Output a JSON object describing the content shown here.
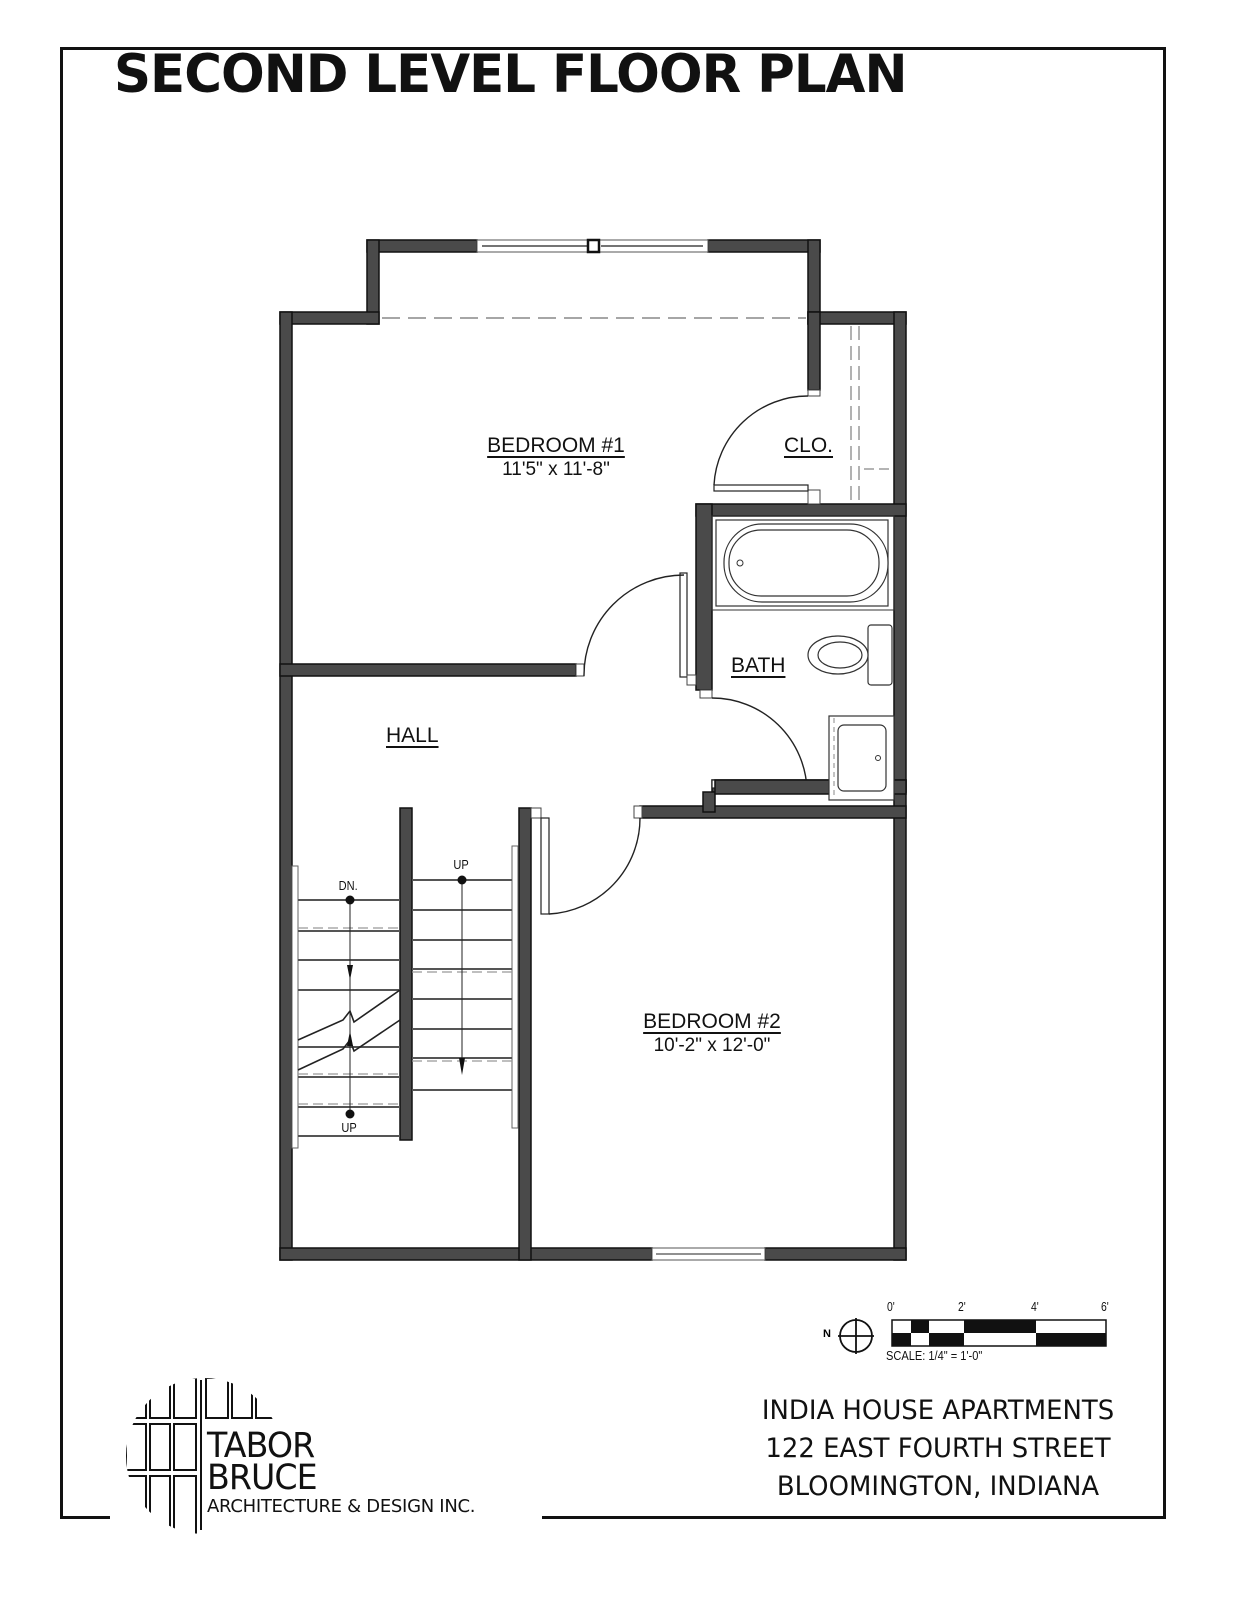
{
  "sheet": {
    "title": "SECOND LEVEL FLOOR PLAN"
  },
  "rooms": [
    {
      "id": "bedroom1",
      "name": "BEDROOM #1",
      "dimensions": "11'5\" x 11'-8\""
    },
    {
      "id": "bedroom2",
      "name": "BEDROOM #2",
      "dimensions": "10'-2\" x 12'-0\""
    },
    {
      "id": "closet",
      "name": "CLO."
    },
    {
      "id": "bath",
      "name": "BATH"
    },
    {
      "id": "hall",
      "name": "HALL"
    }
  ],
  "stairs": {
    "left_top_label": "DN.",
    "left_bottom_label": "UP",
    "right_top_label": "UP"
  },
  "scale_bar": {
    "ticks": [
      "0'",
      "2'",
      "4'",
      "6'"
    ],
    "note": "SCALE: 1/4\" = 1'-0\"",
    "north_label": "N"
  },
  "project": {
    "name": "INDIA HOUSE APARTMENTS",
    "address": "122 EAST FOURTH STREET",
    "city": "BLOOMINGTON, INDIANA"
  },
  "firm": {
    "line1": "TABOR",
    "line2": "BRUCE",
    "line3": "ARCHITECTURE & DESIGN INC."
  },
  "colors": {
    "wall_fill": "#4a4a4a",
    "wall_outline": "#111111",
    "line": "#222222",
    "dashed": "#888888"
  }
}
